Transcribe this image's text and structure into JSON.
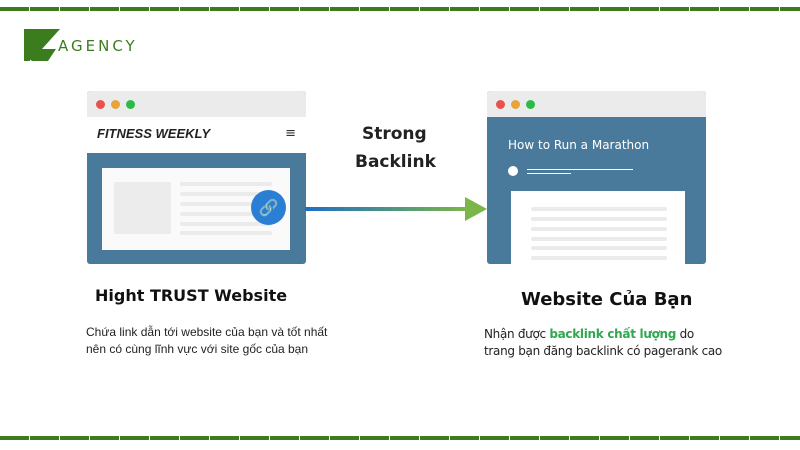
{
  "logo": {
    "text": "AGENCY",
    "accent": "#3b7d1e"
  },
  "left_window": {
    "site_name": "FITNESS WEEKLY"
  },
  "right_window": {
    "article_title": "How to Run a Marathon"
  },
  "arrow": {
    "line1": "Strong",
    "line2": "Backlink"
  },
  "left": {
    "title": "Hight TRUST Website",
    "desc_line1": "Chứa link dẫn tới website của bạn và tốt nhất",
    "desc_line2": "nên có cùng lĩnh vực với site gốc của bạn"
  },
  "right": {
    "title": "Website Của Bạn",
    "desc_pre": "Nhận được ",
    "desc_highlight": "backlink chất lượng",
    "desc_post": " do",
    "desc_line2": "trang bạn đăng backlink có pagerank cao"
  }
}
